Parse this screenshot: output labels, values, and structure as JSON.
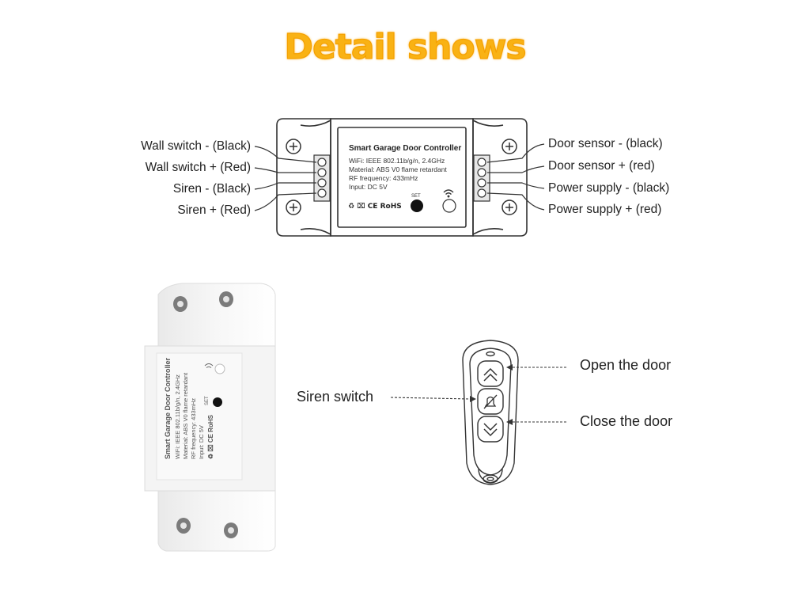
{
  "title": "Detail shows",
  "diagram": {
    "left_labels": [
      "Wall switch - (Black)",
      "Wall switch + (Red)",
      "Siren - (Black)",
      "Siren + (Red)"
    ],
    "right_labels": [
      "Door sensor - (black)",
      "Door sensor + (red)",
      "Power supply - (black)",
      "Power supply + (red)"
    ],
    "panel": {
      "name": "Smart Garage Door Controller",
      "wifi": "WiFi: IEEE 802.11b/g/n, 2.4GHz",
      "material": "Material: ABS V0 flame retardant",
      "rf": "RF frequency: 433mHz",
      "input": "Input: DC 5V",
      "set": "SET",
      "certs": "♻ ⌧ CE RoHS"
    }
  },
  "photo": {
    "name": "Smart Garage Door Controller",
    "wifi": "WiFi: IEEE 802.11b/g/n, 2.4GHz",
    "material": "Material: ABS V0 flame retardant",
    "rf": "RF frequency: 433mHz",
    "input": "Input: DC 5V",
    "set": "SET",
    "certs": "♻ ⌧ CE RoHS"
  },
  "remote": {
    "left_label": "Siren switch",
    "right_labels": [
      "Open the door",
      "Close the door"
    ]
  },
  "colors": {
    "title": "#f9b214",
    "line": "#333333",
    "label": "#222222"
  }
}
